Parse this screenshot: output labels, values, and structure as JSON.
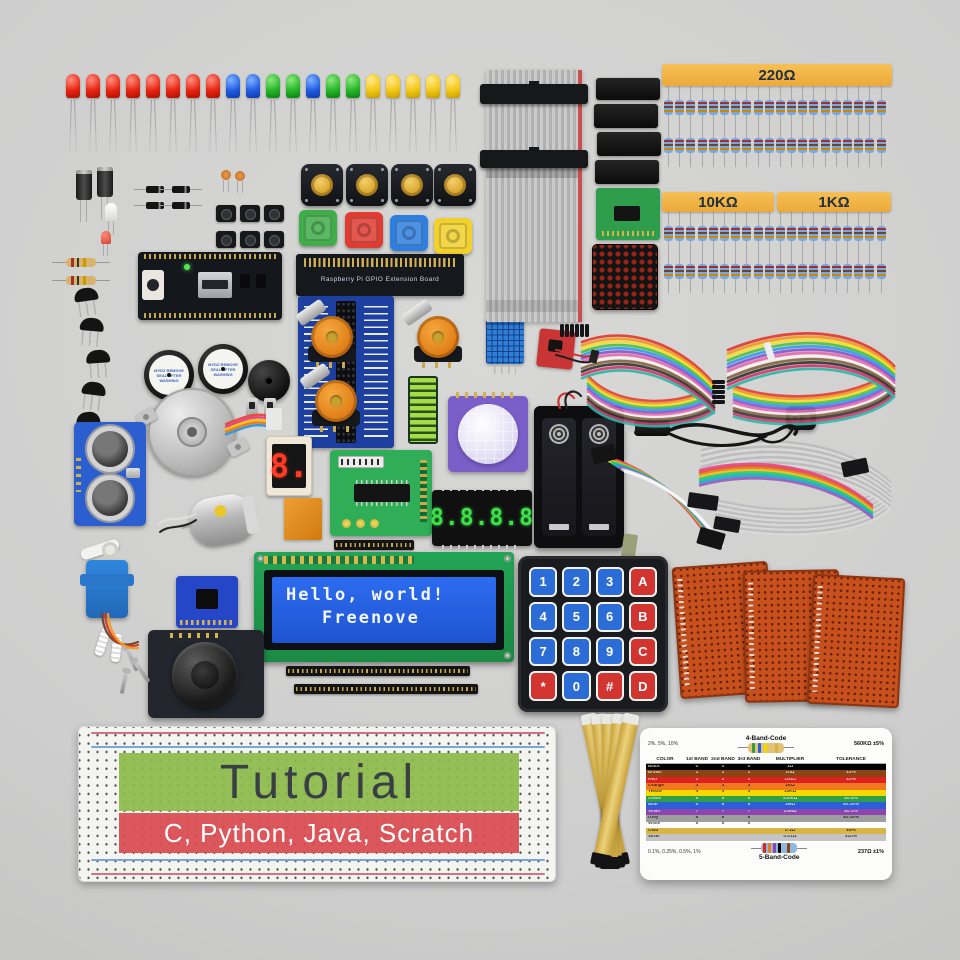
{
  "scene": {
    "description": "Electronics starter kit components flat lay photo",
    "background": "#cecece"
  },
  "labels": {
    "band_220": "220Ω",
    "band_10k": "10KΩ",
    "band_1k": "1KΩ",
    "gpio_board": "Raspberry Pi GPIO Extension Board",
    "buzzer_sticker": "MYDZ REMOVE SEAL AFTER WASHING",
    "lcd_line1": "Hello, world!",
    "lcd_line2": "Freenove",
    "seg1_value": "8.",
    "seg4_value": "8.8.8.8",
    "breadboard_title": "Tutorial",
    "breadboard_subtitle": "C, Python, Java, Scratch"
  },
  "leds": {
    "colors": [
      "red",
      "red",
      "red",
      "red",
      "red",
      "red",
      "red",
      "red",
      "blue",
      "blue",
      "green",
      "green",
      "blue",
      "green",
      "green",
      "yellow",
      "yellow",
      "yellow",
      "yellow",
      "yellow"
    ]
  },
  "resistor_rows": [
    20,
    20,
    20,
    20
  ],
  "keypad": {
    "keys": [
      {
        "label": "1",
        "color": "blue"
      },
      {
        "label": "2",
        "color": "blue"
      },
      {
        "label": "3",
        "color": "blue"
      },
      {
        "label": "A",
        "color": "red"
      },
      {
        "label": "4",
        "color": "blue"
      },
      {
        "label": "5",
        "color": "blue"
      },
      {
        "label": "6",
        "color": "blue"
      },
      {
        "label": "B",
        "color": "red"
      },
      {
        "label": "7",
        "color": "blue"
      },
      {
        "label": "8",
        "color": "blue"
      },
      {
        "label": "9",
        "color": "blue"
      },
      {
        "label": "C",
        "color": "red"
      },
      {
        "label": "*",
        "color": "red"
      },
      {
        "label": "0",
        "color": "blue"
      },
      {
        "label": "#",
        "color": "red"
      },
      {
        "label": "D",
        "color": "red"
      }
    ]
  },
  "color_card": {
    "title_4band": "4-Band-Code",
    "range_4band": "2%, 5%, 10%",
    "example_4band": "560KΩ ±5%",
    "title_5band": "5-Band-Code",
    "range_5band": "0.1%, 0.25%, 0.5%, 1%",
    "example_5band": "237Ω ±1%",
    "headers": [
      "COLOR",
      "1st BAND",
      "2nd BAND",
      "3rd BAND",
      "MULTIPLIER",
      "TOLERANCE"
    ],
    "rows": [
      {
        "name": "Black",
        "hex": "#000000",
        "text": "#ffffff",
        "b1": "0",
        "b2": "0",
        "b3": "0",
        "mult": "1Ω",
        "tol": ""
      },
      {
        "name": "Brown",
        "hex": "#8b4513",
        "text": "#ffffff",
        "b1": "1",
        "b2": "1",
        "b3": "1",
        "mult": "10Ω",
        "tol": "±1%"
      },
      {
        "name": "Red",
        "hex": "#e02020",
        "text": "#ffffff",
        "b1": "2",
        "b2": "2",
        "b3": "2",
        "mult": "100Ω",
        "tol": "±2%"
      },
      {
        "name": "Orange",
        "hex": "#f07820",
        "text": "#000000",
        "b1": "3",
        "b2": "3",
        "b3": "3",
        "mult": "1KΩ",
        "tol": ""
      },
      {
        "name": "Yellow",
        "hex": "#f5d800",
        "text": "#000000",
        "b1": "4",
        "b2": "4",
        "b3": "4",
        "mult": "10KΩ",
        "tol": ""
      },
      {
        "name": "Green",
        "hex": "#2f9e44",
        "text": "#ffffff",
        "b1": "5",
        "b2": "5",
        "b3": "5",
        "mult": "100KΩ",
        "tol": "±0.5%"
      },
      {
        "name": "Blue",
        "hex": "#2b5fd9",
        "text": "#ffffff",
        "b1": "6",
        "b2": "6",
        "b3": "6",
        "mult": "1MΩ",
        "tol": "±0.25%"
      },
      {
        "name": "Violet",
        "hex": "#8e44ad",
        "text": "#ffffff",
        "b1": "7",
        "b2": "7",
        "b3": "7",
        "mult": "10MΩ",
        "tol": "±0.1%"
      },
      {
        "name": "Grey",
        "hex": "#9e9e9e",
        "text": "#000000",
        "b1": "8",
        "b2": "8",
        "b3": "8",
        "mult": "",
        "tol": "±0.05%"
      },
      {
        "name": "White",
        "hex": "#ffffff",
        "text": "#000000",
        "b1": "9",
        "b2": "9",
        "b3": "9",
        "mult": "",
        "tol": ""
      },
      {
        "name": "Gold",
        "hex": "#d9b545",
        "text": "#000000",
        "b1": "",
        "b2": "",
        "b3": "",
        "mult": "0.1Ω",
        "tol": "±5%"
      },
      {
        "name": "Silver",
        "hex": "#c4c4c4",
        "text": "#000000",
        "b1": "",
        "b2": "",
        "b3": "",
        "mult": "0.01Ω",
        "tol": "±10%"
      }
    ],
    "res4_bands": [
      "#2f9e44",
      "#2b5fd9",
      "#f5d800",
      "#d9b545"
    ],
    "res5_bands": [
      "#e02020",
      "#f07820",
      "#8e44ad",
      "#000000",
      "#8b4513"
    ]
  },
  "wires": {
    "jumper_colors": [
      "#e03e36",
      "#f29a2e",
      "#f5e02c",
      "#4fc24a",
      "#3b9df0",
      "#8a5ad0",
      "#e86fae",
      "#f2f2f2",
      "#8a6a48",
      "#3a3a3a",
      "#d43c6e",
      "#2fb7a8"
    ],
    "ribbon_colors": [
      "#e84393",
      "#e74c3c",
      "#e67e22",
      "#f1c40f",
      "#2ecc71",
      "#1abc9c",
      "#3498db",
      "#9b59b6",
      "#bdc3c7",
      "#f5f5f5"
    ],
    "stepper_colors": [
      "#e74c3c",
      "#e84393",
      "#f1c40f",
      "#e67e22",
      "#3498db"
    ],
    "servo_colors": [
      "#6b4a2f",
      "#d23c2c",
      "#f59a23"
    ]
  }
}
